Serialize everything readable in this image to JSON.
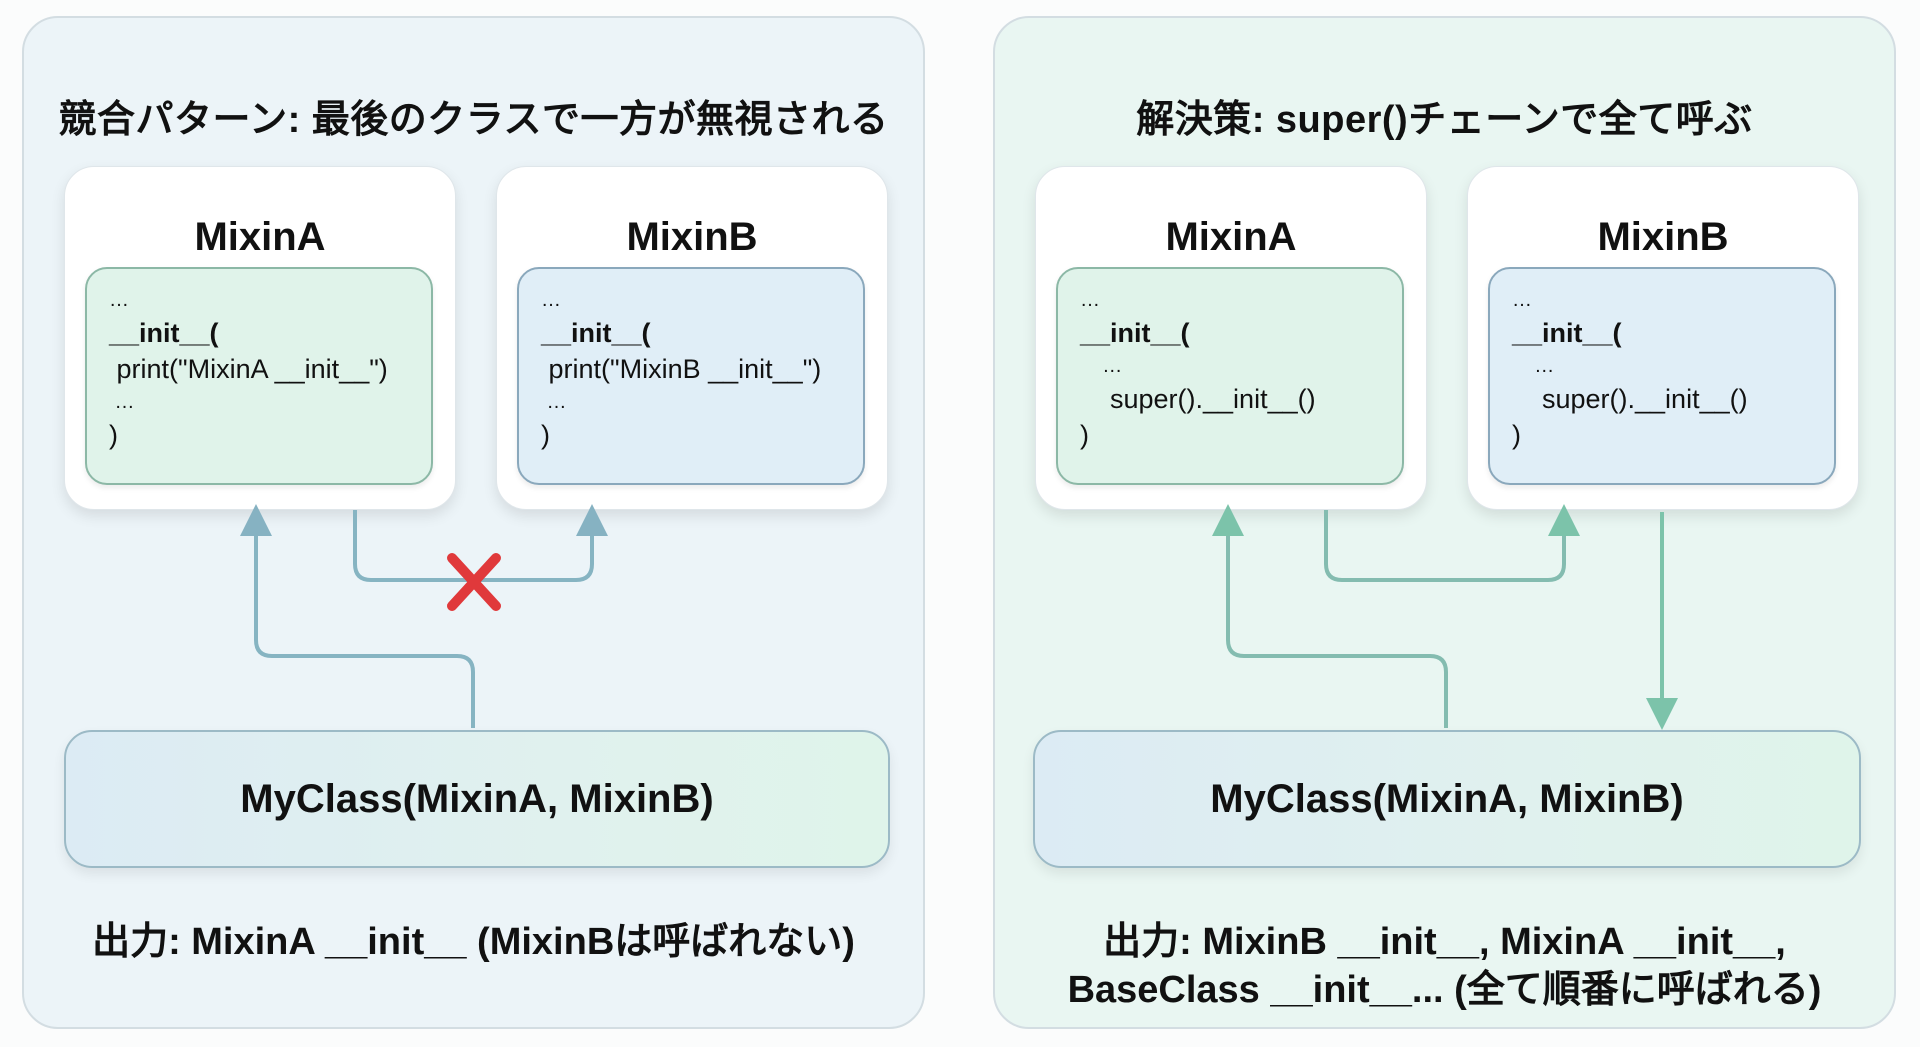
{
  "left_panel": {
    "title": "競合パターン: 最後のクラスで一方が無視される",
    "card_a": {
      "title": "MixinA",
      "code": [
        "…",
        "__init__(",
        " print(\"MixinA __init__\")",
        " …",
        ")"
      ]
    },
    "card_b": {
      "title": "MixinB",
      "code": [
        "…",
        "__init__(",
        " print(\"MixinB __init__\")",
        " …",
        ")"
      ]
    },
    "myclass": "MyClass(MixinA, MixinB)",
    "blocked_icon": "x-mark-icon",
    "output": "出力: MixinA __init__ (MixinBは呼ばれない)"
  },
  "right_panel": {
    "title": "解決策: super()チェーンで全て呼ぶ",
    "card_a": {
      "title": "MixinA",
      "code": [
        "…",
        "__init__(",
        "    …",
        "    super().__init__()",
        ")"
      ]
    },
    "card_b": {
      "title": "MixinB",
      "code": [
        "…",
        "__init__(",
        "    …",
        "    super().__init__()",
        ")"
      ]
    },
    "myclass": "MyClass(MixinA, MixinB)",
    "output_line1": "出力: MixinB __init__, MixinA __init__,",
    "output_line2": "BaseClass __init__... (全て順番に呼ばれる)"
  },
  "colors": {
    "arrow_blue": "#7fb0c4",
    "arrow_green": "#79c0a8",
    "x_red": "#e0393b",
    "left_bg": "#ecf4f8",
    "right_bg": "#e9f6f2"
  }
}
